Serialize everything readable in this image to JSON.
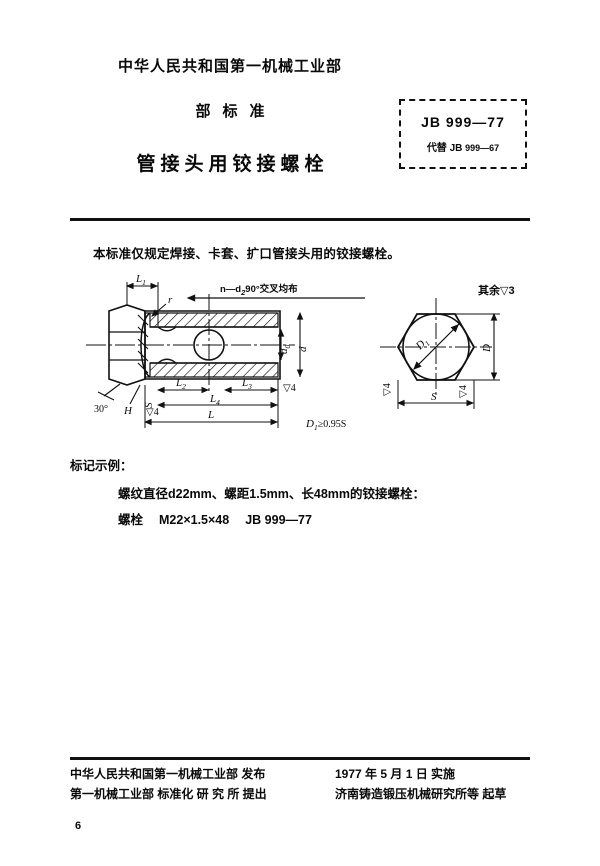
{
  "header": {
    "ministry": "中华人民共和国第一机械工业部",
    "standard_word": "部标准",
    "title": "管接头用铰接螺栓",
    "std_number": "JB 999—77",
    "replaces_prefix": "代替 JB ",
    "replaces_number": "999—67"
  },
  "body": {
    "scope": "本标准仅规定焊接、卡套、扩口管接头用的铰接螺栓。",
    "finish_note": "其余▽3",
    "marking_label": "标记示例：",
    "marking_line1": "螺纹直径d22mm、螺距1.5mm、长48mm的铰接螺栓：",
    "marking_line2_name": "螺栓",
    "marking_line2_spec": "M22×1.5×48",
    "marking_line2_std": "JB 999—77"
  },
  "drawing": {
    "cross_hole_note": "n—d",
    "cross_hole_note_sub": "2",
    "cross_hole_note_tail": "90°交叉均布",
    "condition_note": "D",
    "condition_note_sub": "1",
    "condition_note_tail": "≥0.95S",
    "labels": {
      "L1": "L",
      "L1_sub": "1",
      "L2": "L",
      "L2_sub": "2",
      "L3": "L",
      "L3_sub": "3",
      "L4": "L",
      "L4_sub": "4",
      "L": "L",
      "d": "d",
      "d0": "d",
      "d0_sub": "0",
      "r": "r",
      "H": "H",
      "S_left": "S",
      "angle30": "30°",
      "D_right": "D",
      "D1_right": "D",
      "D1_right_sub": "1",
      "S_right": "S",
      "rough4_a": "▽4",
      "rough4_b": "▽4",
      "rough4_c": "▽4",
      "rough4_d": "▽4"
    }
  },
  "footer": {
    "issuer": "中华人民共和国第一机械工业部 发布",
    "proposer": "第一机械工业部 标准化 研 究 所 提出",
    "effective_date": "1977 年 5 月 1 日  实施",
    "drafter": "济南铸造锻压机械研究所等  起草",
    "page_number": "6"
  }
}
